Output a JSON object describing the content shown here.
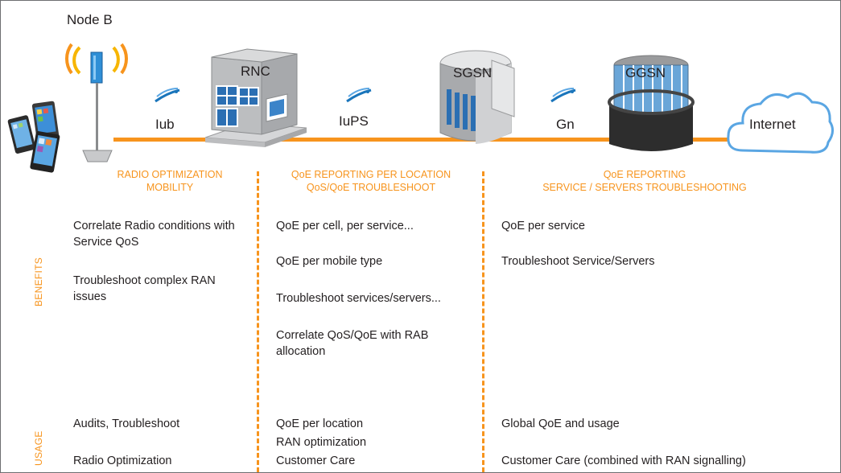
{
  "nodes": {
    "node_b": "Node B",
    "rnc": "RNC",
    "sgsn": "SGSN",
    "ggsn": "GGSN",
    "internet": "Internet"
  },
  "interfaces": {
    "iub": "Iub",
    "iups": "IuPS",
    "gn": "Gn"
  },
  "columns": [
    {
      "header": [
        "RADIO OPTIMIZATION",
        "MOBILITY"
      ],
      "benefits": [
        "Correlate Radio conditions with Service QoS",
        "Troubleshoot complex RAN issues"
      ],
      "usage": [
        "Audits, Troubleshoot",
        "Radio Optimization"
      ]
    },
    {
      "header": [
        "QoE REPORTING PER LOCATION",
        "QoS/QoE TROUBLESHOOT"
      ],
      "benefits": [
        "QoE per cell, per service...",
        "QoE per mobile type",
        "Troubleshoot services/servers...",
        "Correlate QoS/QoE with RAB allocation"
      ],
      "usage": [
        "QoE per location",
        "RAN optimization",
        "Customer Care"
      ]
    },
    {
      "header": [
        "QoE REPORTING",
        "SERVICE / SERVERS TROUBLESHOOTING"
      ],
      "benefits": [
        "QoE per service",
        "Troubleshoot Service/Servers"
      ],
      "usage": [
        "Global QoE and usage",
        "Customer Care (combined with RAN signalling)"
      ]
    }
  ],
  "row_labels": {
    "benefits": "BENEFITS",
    "usage": "USAGE"
  },
  "colors": {
    "accent": "#f7941d",
    "link": "#f7941d",
    "probe": "#1a75bb"
  }
}
